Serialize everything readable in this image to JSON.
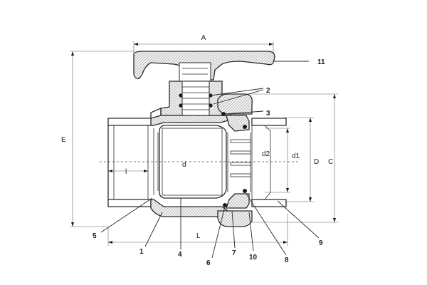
{
  "diagram": {
    "dimensions": {
      "A": "A",
      "E": "E",
      "l": "l",
      "d": "d",
      "L": "L",
      "d2": "d2",
      "d1": "d1",
      "D": "D",
      "C": "C"
    },
    "parts": [
      "1",
      "2",
      "3",
      "4",
      "5",
      "6",
      "7",
      "8",
      "9",
      "10",
      "11"
    ]
  },
  "colors": {
    "ink": "#2a2a2a",
    "hatch": "#9a9a9a",
    "paper": "#ffffff"
  }
}
